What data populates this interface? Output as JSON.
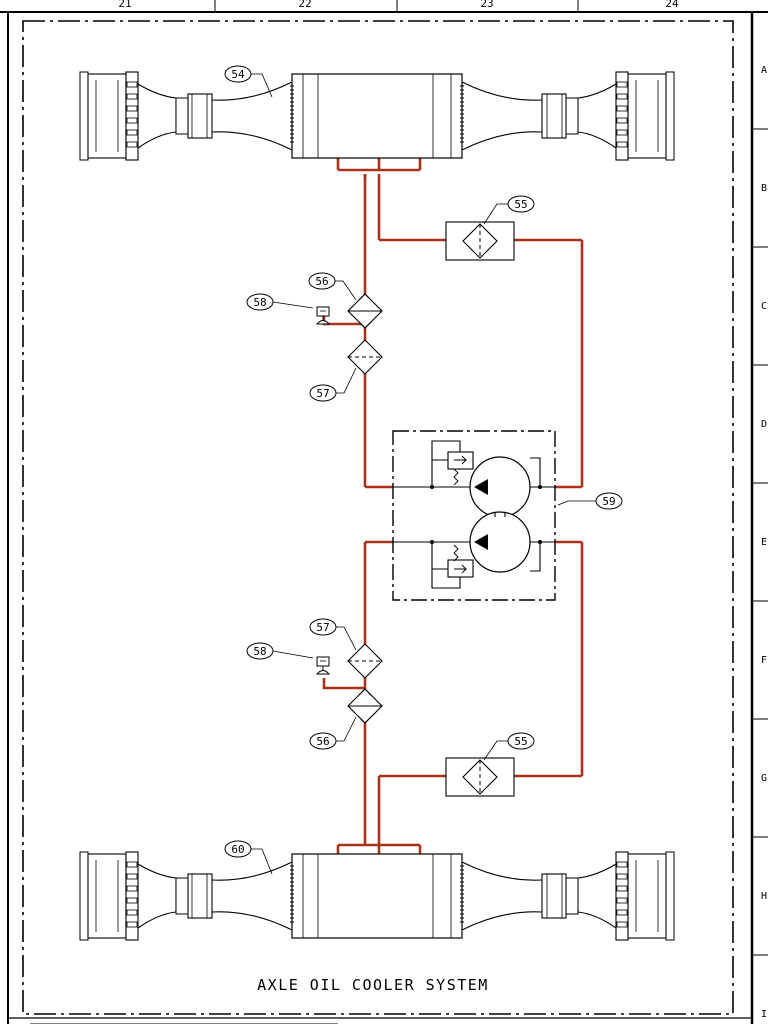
{
  "colors": {
    "hydraulic_line": "#a8321a",
    "linework": "#000000",
    "background": "#ffffff"
  },
  "zone_columns": [
    "21",
    "22",
    "23",
    "24"
  ],
  "zone_rows": [
    "A",
    "B",
    "C",
    "D",
    "E",
    "F",
    "G",
    "H",
    "I"
  ],
  "title": "AXLE OIL COOLER SYSTEM",
  "callouts": {
    "front_axle": "54",
    "rear_axle": "60",
    "cooler_upper": "55",
    "cooler_lower": "55",
    "filter_upper": "56",
    "filter_lower": "56",
    "strainer_upper": "57",
    "strainer_lower": "57",
    "sensor_upper": "58",
    "sensor_lower": "58",
    "pump_unit": "59"
  }
}
